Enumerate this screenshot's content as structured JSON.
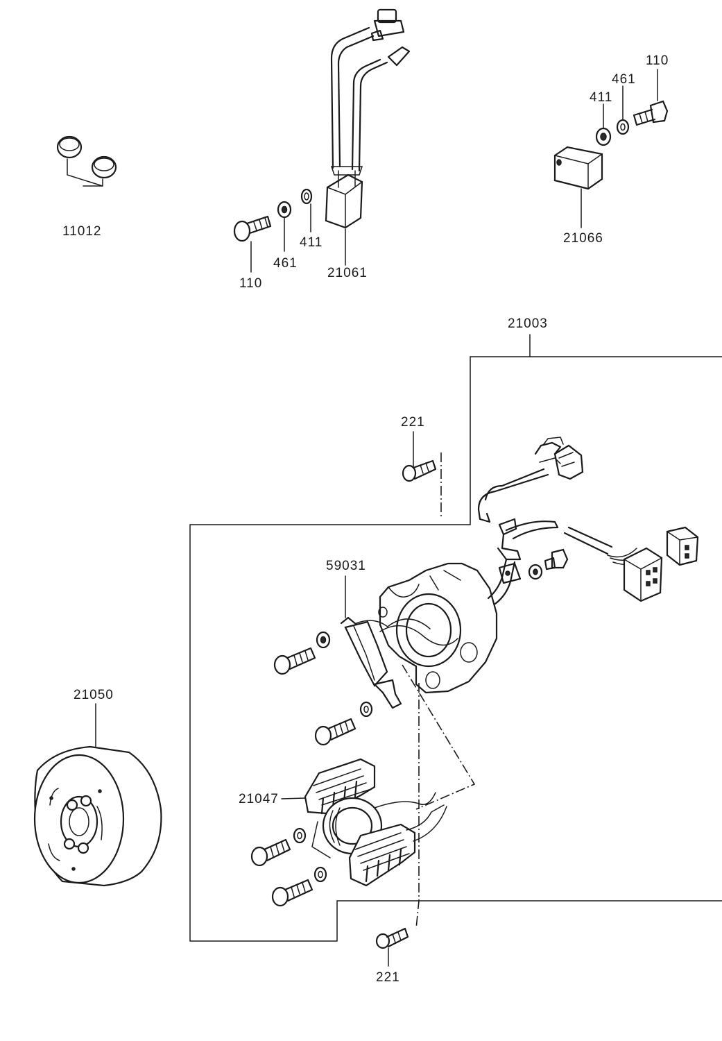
{
  "labels": {
    "cap": "11012",
    "bolt_left": "110",
    "washer461_left": "461",
    "washer411_left": "411",
    "coil_left": "21061",
    "washer411_right": "411",
    "washer461_right": "461",
    "bolt_right": "110",
    "regulator": "21066",
    "stator_assy": "21003",
    "screw_top": "221",
    "pickup": "59031",
    "flywheel": "21050",
    "coil_stator": "21047",
    "screw_bottom": "221"
  },
  "colors": {
    "line": "#1a1a1a",
    "background": "#ffffff"
  }
}
